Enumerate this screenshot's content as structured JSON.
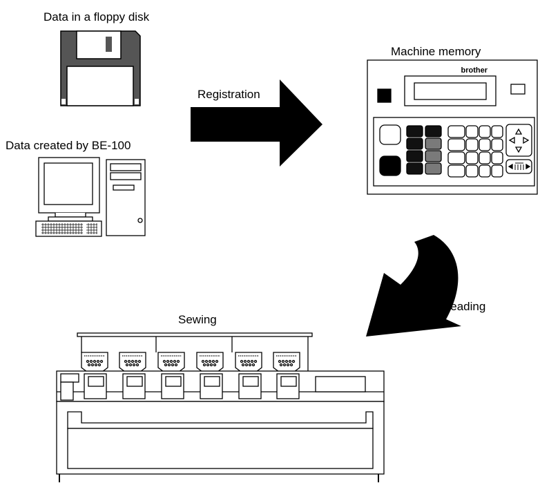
{
  "labels": {
    "floppy": "Data in a floppy disk",
    "computer": "Data created by BE-100",
    "registration": "Registration",
    "machine_memory": "Machine memory",
    "reading": "Reading",
    "sewing": "Sewing",
    "brand": "brother"
  },
  "colors": {
    "ink": "#000000",
    "paper": "#ffffff",
    "key_dark": "#111111",
    "key_gray": "#7a7a7a"
  },
  "icons": {
    "floppy": "floppy-disk-icon",
    "computer": "desktop-computer-icon",
    "panel": "control-panel-icon",
    "machine": "embroidery-machine-icon"
  }
}
